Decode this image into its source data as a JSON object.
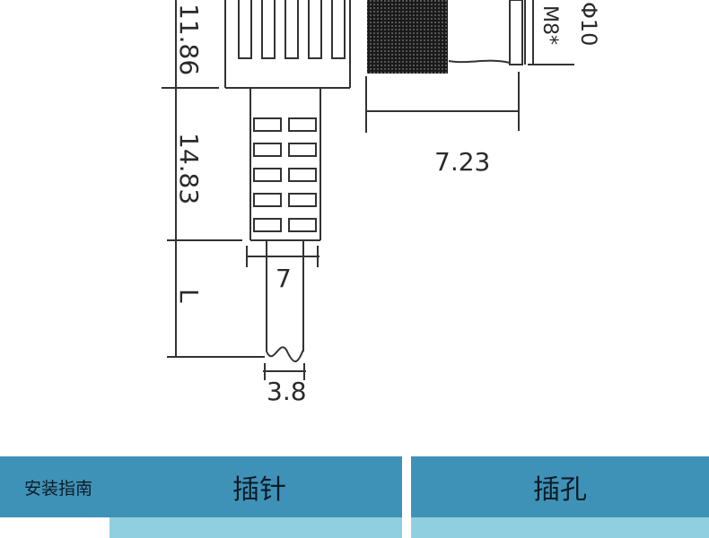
{
  "diagram": {
    "labels": {
      "dim_11_86": "11.86",
      "dim_14_83": "14.83",
      "dim_L": "L",
      "dim_7": "7",
      "dim_3_8": "3.8",
      "dim_7_23": "7.23",
      "dim_m8": "M8*",
      "dim_phi10": "Φ10"
    }
  },
  "table": {
    "install_guide": "安装指南",
    "pin": "插针",
    "socket": "插孔"
  },
  "colors": {
    "header_bg": "#3f92b7",
    "subrow_bg": "#8fcfdf"
  }
}
